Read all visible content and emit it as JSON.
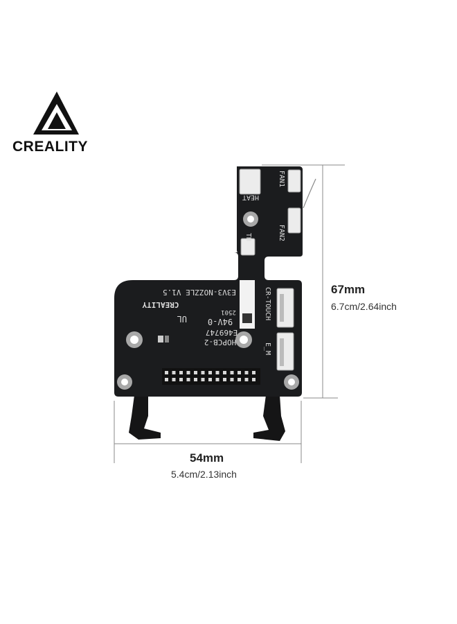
{
  "brand": {
    "name": "CREALITY"
  },
  "board": {
    "model_text": "E3V3-NOZZLE V1.5",
    "logo_text": "CREALITY",
    "pcb_code": "HOPCB-2",
    "ul_code": "E469747",
    "rating": "94V-0",
    "date_code": "2501",
    "labels": {
      "fan1": "FAN1",
      "fan2": "FAN2",
      "heat": "HEAT",
      "th": "TH",
      "cr_touch": "CR-TOUCH",
      "e_m": "E_M"
    }
  },
  "dimensions": {
    "height": {
      "main": "67mm",
      "sub": "6.7cm/2.64inch"
    },
    "width": {
      "main": "54mm",
      "sub": "5.4cm/2.13inch"
    }
  },
  "colors": {
    "pcb": "#1b1c1e",
    "connector": "#ececec",
    "text": "#222222"
  }
}
